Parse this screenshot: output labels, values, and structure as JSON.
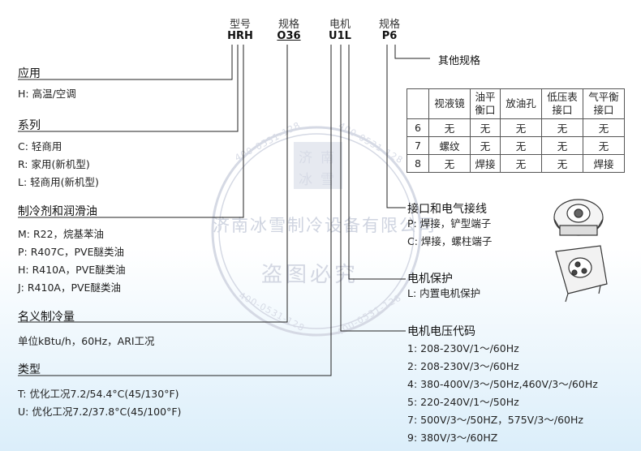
{
  "header": {
    "codes": [
      {
        "label": "型号",
        "value": "HRH"
      },
      {
        "label": "规格",
        "value": "O36"
      },
      {
        "label": "电机",
        "value": "U1L"
      },
      {
        "label": "规格",
        "value": "P6"
      }
    ],
    "other_spec": "其他规格"
  },
  "watermark": {
    "company": "济南冰雪制冷设备有限公司",
    "phone": "400-0531-128",
    "logo_chars": [
      "济",
      "南",
      "冰",
      "雪"
    ],
    "no_copy": "盗图必究"
  },
  "left_sections": [
    {
      "title": "应用",
      "lines": [
        "H: 高温/空调"
      ]
    },
    {
      "title": "系列",
      "lines": [
        "C: 轻商用",
        "R: 家用(新机型)",
        "L: 轻商用(新机型)"
      ]
    },
    {
      "title": "制冷剂和润滑油",
      "lines": [
        "M: R22，烷基苯油",
        "P: R407C，PVE醚类油",
        "H: R410A，PVE醚类油",
        "J: R410A，PVE醚类油"
      ]
    },
    {
      "title": "名义制冷量",
      "lines": [
        "单位kBtu/h，60Hz，ARI工况"
      ]
    },
    {
      "title": "类型",
      "lines": [
        "T: 优化工况7.2/54.4°C(45/130°F)",
        "U: 优化工况7.2/37.8°C(45/100°F)"
      ]
    }
  ],
  "options_table": {
    "headers": [
      "",
      "视液镜",
      "油平\n衡口",
      "放油孔",
      "低压表\n接口",
      "气平衡\n接口"
    ],
    "rows": [
      [
        "6",
        "无",
        "无",
        "无",
        "无",
        "无"
      ],
      [
        "7",
        "螺纹",
        "无",
        "无",
        "无",
        "无"
      ],
      [
        "8",
        "无",
        "焊接",
        "无",
        "无",
        "焊接"
      ]
    ]
  },
  "right_sections": [
    {
      "title": "接口和电气接线",
      "lines": [
        "P: 焊接，铲型端子",
        "C: 焊接，螺柱端子"
      ]
    },
    {
      "title": "电机保护",
      "lines": [
        "L: 内置电机保护"
      ]
    },
    {
      "title": "电机电压代码",
      "lines": [
        "1: 208-230V/1～/60Hz",
        "2: 208-230V/3～/60Hz",
        "4: 380-400V/3～/50Hz,460V/3～/60Hz",
        "5: 220-240V/1～/50Hz",
        "7: 500V/3～/50HZ，575V/3～/60Hz",
        "9: 380V/3～/60HZ"
      ]
    }
  ],
  "colors": {
    "line": "#222222",
    "watermark": "#d5d9e4",
    "bg_bottom": "#dbeefa"
  }
}
